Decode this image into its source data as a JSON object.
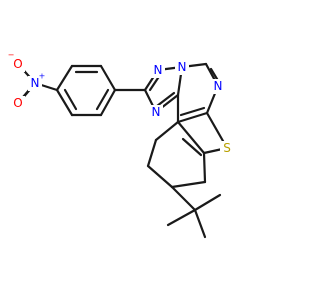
{
  "colors": {
    "bond": "#1a1a1a",
    "nitrogen": "#0000ff",
    "oxygen": "#ff0000",
    "sulfur": "#b8a000",
    "background": "#ffffff"
  },
  "atom_labels": {
    "o_nitro_top": "O",
    "o_nitro_minus_charge": "−",
    "n_nitro": "N",
    "n_nitro_plus_charge": "+",
    "o_nitro_bottom": "O",
    "n_triazole_top": "N",
    "n_bridgehead": "N",
    "n_triazole_bottom": "N",
    "n_pyrimidine": "N",
    "s_thiophene": "S"
  }
}
